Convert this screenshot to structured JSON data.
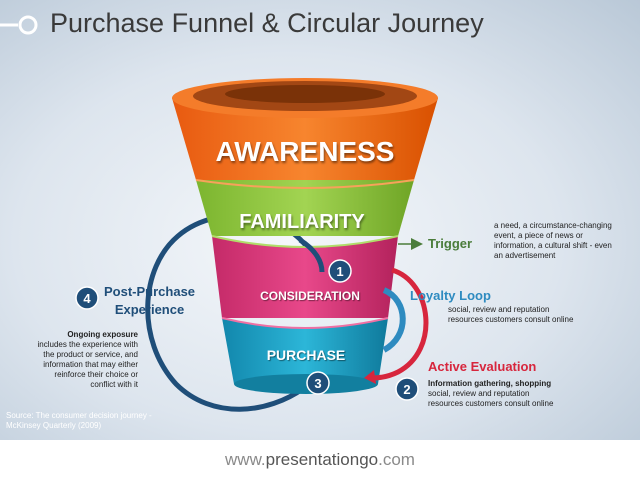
{
  "title": "Purchase Funnel & Circular Journey",
  "funnel": {
    "awareness": "AWARENESS",
    "familiarity": "FAMILIARITY",
    "consideration": "CONSIDERATION",
    "purchase": "PURCHASE"
  },
  "steps": {
    "s1": "1",
    "s2": "2",
    "s3": "3",
    "s4": "4"
  },
  "trigger": {
    "label": "Trigger",
    "desc": [
      "a need, a circumstance-changing",
      "event, a piece of news or",
      "information, a cultural shift - even",
      "an advertisement"
    ]
  },
  "loyalty": {
    "label": "Loyalty Loop",
    "desc": [
      "social, review and reputation",
      "resources customers consult online"
    ]
  },
  "active": {
    "label": "Active Evaluation",
    "head": "Information gathering, shopping",
    "desc": [
      "social, review and reputation",
      "resources customers consult online"
    ]
  },
  "post": {
    "label1": "Post-Purchase",
    "label2": "Experience",
    "head": "Ongoing exposure",
    "desc": [
      "includes the experience with",
      "the product or service, and",
      "information that may either",
      "reinforce their choice or",
      "conflict with it"
    ]
  },
  "source": [
    "Source: The consumer decision journey -",
    "McKinsey Quarterly (2009)"
  ],
  "footer": {
    "prefix": "www.",
    "brand": "presentationgo",
    "suffix": ".com"
  },
  "colors": {
    "orange": "#f26b1d",
    "green": "#8dc63f",
    "pink": "#e0367a",
    "teal": "#1aa0c4",
    "navy": "#1f4e79",
    "red": "#d7263d",
    "blue": "#2e8bc0"
  }
}
